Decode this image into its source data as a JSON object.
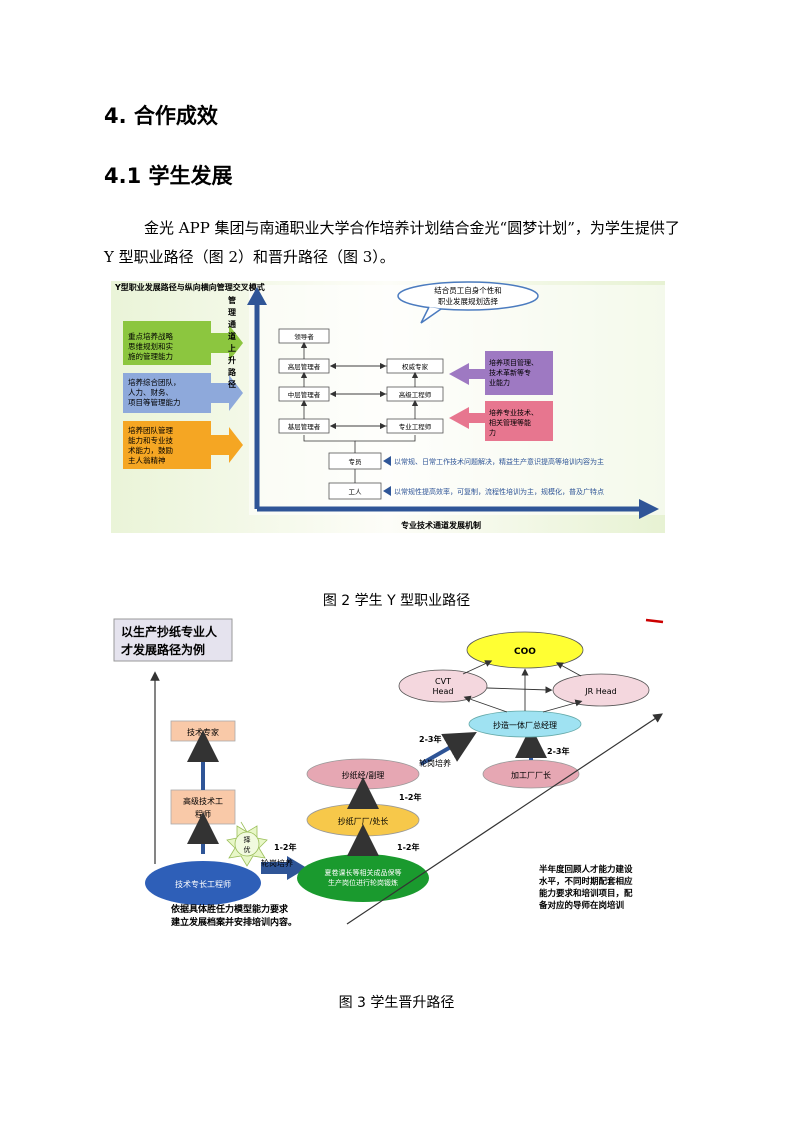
{
  "heading1": "4. 合作成效",
  "heading2": "4.1 学生发展",
  "paragraph": "金光 APP 集团与南通职业大学合作培养计划结合金光“圆梦计划”，为学生提供了 Y 型职业路径（图 2）和晋升路径（图 3）。",
  "figure2": {
    "title": "Y型职业发展路径与纵向横向管理交叉模式",
    "bubble_line1": "结合员工自身个性和",
    "bubble_line2": "职业发展规划选择",
    "vertical_label": [
      "管",
      "理",
      "通",
      "道",
      "上",
      "升",
      "路",
      "径"
    ],
    "left_box1": [
      "重点培养战略",
      "思维规划和实",
      "施的管理能力"
    ],
    "left_box2": [
      "培养综合团队，",
      "人力、财务、",
      "项目等管理能力"
    ],
    "left_box3": [
      "培养团队管理",
      "能力和专业技",
      "术能力，鼓励",
      "主人翁精神"
    ],
    "mgmt_nodes": [
      "领导者",
      "高层管理者",
      "中层管理者",
      "基层管理者"
    ],
    "tech_nodes": [
      "权威专家",
      "高级工程师",
      "专业工程师"
    ],
    "bottom_nodes": [
      "专员",
      "工人"
    ],
    "right_box1": [
      "培养项目管理、",
      "技术革新等专",
      "业能力"
    ],
    "right_box2": [
      "培养专业技术、",
      "相关管理等能",
      "力"
    ],
    "row_text1": "以常规、日常工作技术问题解决，精益生产意识提高等培训内容为主",
    "row_text2": "以常规性提高效率，可复制，流程性培训为主，规模化，普及广特点",
    "x_axis_label": "专业技术通道发展机制"
  },
  "caption2": "图 2  学生 Y 型职业路径",
  "figure3": {
    "title_line1": "以生产抄纸专业人",
    "title_line2": "才发展路径为例",
    "coo": "COO",
    "cvt_line1": "CVT",
    "cvt_line2": "Head",
    "jr": "JR Head",
    "integrated": "抄造一体厂总经理",
    "processing": "加工厂厂长",
    "manager": "抄纸经/副理",
    "factory": "抄纸厂厂/处长",
    "tech_expert": "技术专家",
    "senior_eng_line1": "高级技术工",
    "senior_eng_line2": "程师",
    "chief_eng": "技术专长工程师",
    "green_line1": "夏卷课长等相关成品保等",
    "green_line2": "生产岗位进行轮岗锻炼",
    "sun_line1": "择",
    "sun_line2": "优",
    "y23a": "2-3年",
    "rotation1": "轮岗培养",
    "y23b": "2-3年",
    "y12a": "1-2年",
    "y12b": "1-2年",
    "y12c": "1-2年",
    "rotation2": "轮岗培养",
    "note_left_line1": "依据具体胜任力模型能力要求",
    "note_left_line2": "建立发展档案并安排培训内容。",
    "note_right": [
      "半年度回顾人才能力建设",
      "水平，不同时期配套相应",
      "能力要求和培训项目，配",
      "备对应的导师在岗培训"
    ]
  },
  "caption3": "图 3  学生晋升路径",
  "colors": {
    "arrow_blue": "#2f5597",
    "green_box": "#8cc63f",
    "blue_box": "#8ea9db",
    "orange_box": "#f5a623",
    "purple_box": "#9e79c2",
    "pink_box": "#e7768f",
    "yellow_node": "#ffff33",
    "cyan_node": "#9fe2f2",
    "pink_node": "#e6a7b3",
    "orange_node": "#f7c84a",
    "green_node": "#1a9a2e"
  }
}
